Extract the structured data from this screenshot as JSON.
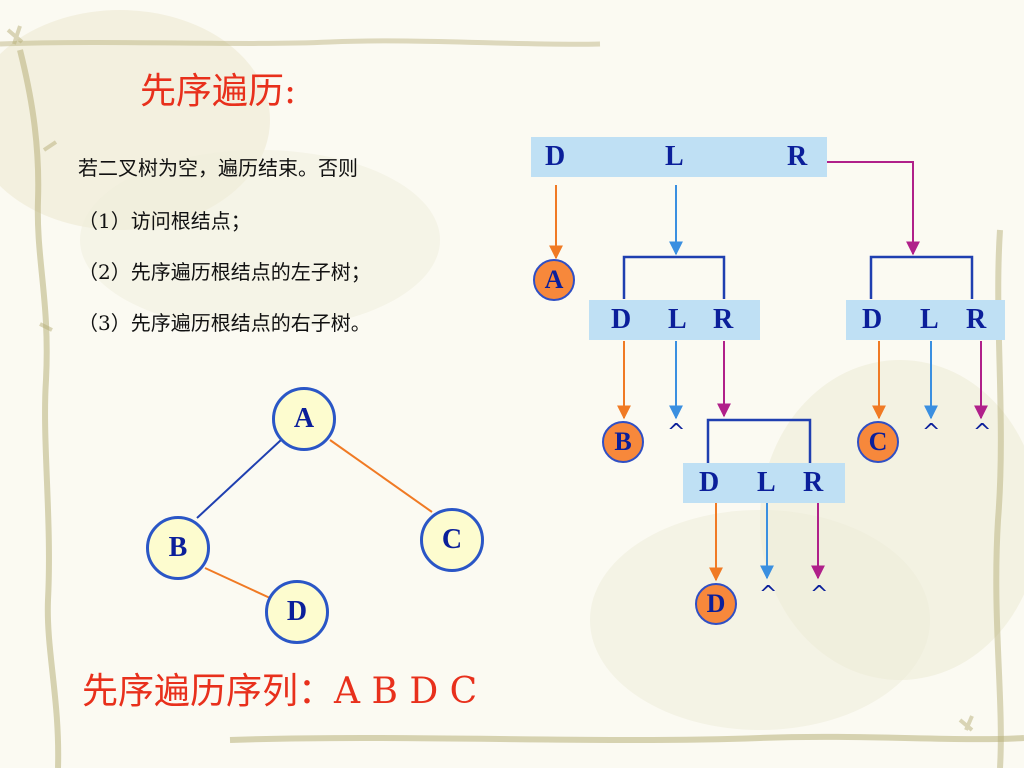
{
  "title": "先序遍历:",
  "rules": [
    "若二叉树为空，遍历结束。否则",
    "（1）访问根结点；",
    "（2）先序遍历根结点的左子树；",
    "（3）先序遍历根结点的右子树。"
  ],
  "bars": {
    "root": {
      "d": "D",
      "l": "L",
      "r": "R"
    },
    "left": {
      "d": "D",
      "l": "L",
      "r": "R"
    },
    "right": {
      "d": "D",
      "l": "L",
      "r": "R"
    },
    "lower": {
      "d": "D",
      "l": "L",
      "r": "R"
    }
  },
  "visits": {
    "a": "A",
    "b": "B",
    "c": "C",
    "d": "D"
  },
  "empty_marker": "^",
  "tree": {
    "a": "A",
    "b": "B",
    "c": "C",
    "d": "D"
  },
  "sequence": "先序遍历序列：A  B  D  C",
  "colors": {
    "title_red": "#e8301c",
    "bar_fill": "#bfe0f4",
    "label_navy": "#0b1f9a",
    "visit_orange": "#f7883b",
    "left_blue": "#3a8fe0",
    "right_magenta": "#b0208a",
    "bracket_blue": "#1f3fb0"
  }
}
